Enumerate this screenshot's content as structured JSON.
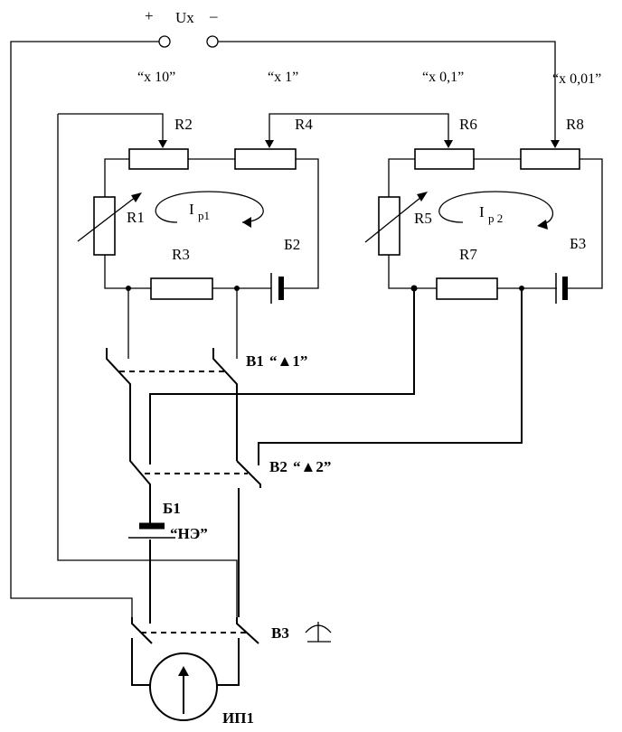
{
  "source": {
    "plus": "+",
    "label": "Ux",
    "minus": "–"
  },
  "ranges": {
    "x10": "“x 10”",
    "x1": "“x 1”",
    "x01": "“x 0,1”",
    "x001": "“x 0,01”"
  },
  "resistors": {
    "R1": "R1",
    "R2": "R2",
    "R3": "R3",
    "R4": "R4",
    "R5": "R5",
    "R6": "R6",
    "R7": "R7",
    "R8": "R8"
  },
  "currents": {
    "loop1_main": "I",
    "loop1_sub": "p1",
    "loop2_main": "I",
    "loop2_sub": "p 2"
  },
  "batteries": {
    "B1": "Б1",
    "B1_note": "“НЭ”",
    "B2": "Б2",
    "B3": "Б3"
  },
  "switches": {
    "V1": "В1",
    "V1_note": "“▲1”",
    "V2": "В2",
    "V2_note": "“▲2”",
    "V3": "В3"
  },
  "meter": {
    "label": "ИП1"
  }
}
